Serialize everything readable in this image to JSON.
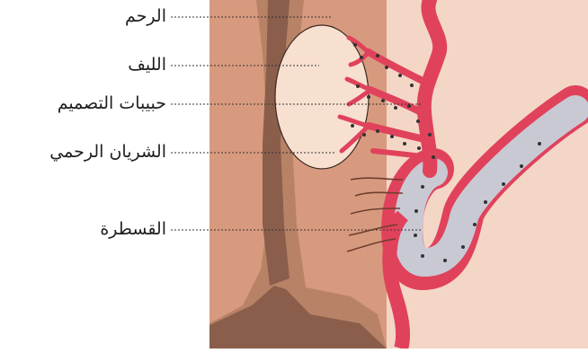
{
  "labels": {
    "uterus": "الرحم",
    "fibroid": "الليف",
    "embolization_beads": "حبيبات التصميم",
    "uterine_artery": "الشريان الرحمي",
    "catheter": "القسطرة"
  },
  "colors": {
    "uterine_wall": "#d89a7e",
    "uterine_cavity": "#b88266",
    "uterine_canal": "#8a5e4b",
    "fibroid": "#f8e0d0",
    "artery": "#e0425c",
    "artery_light": "#f0909e",
    "catheter": "#c9c9d4",
    "bead": "#333333",
    "leader_line": "#333333"
  }
}
